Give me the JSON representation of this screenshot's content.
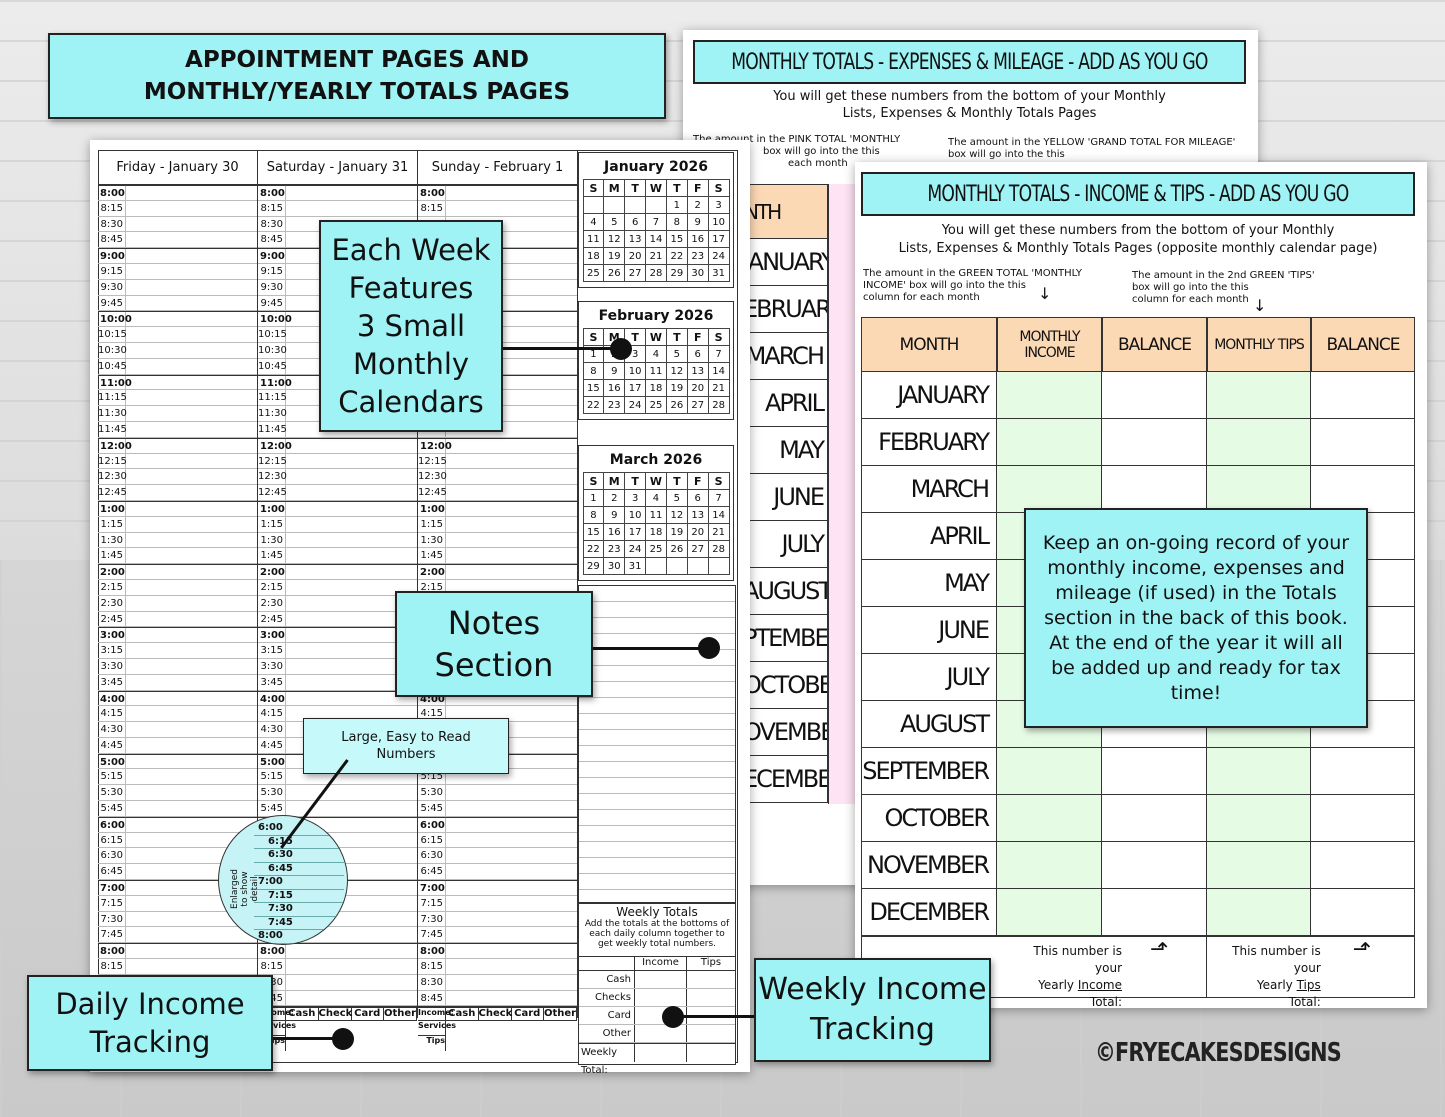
{
  "header": {
    "line1": "APPOINTMENT PAGES AND",
    "line2": "MONTHLY/YEARLY TOTALS PAGES"
  },
  "callouts": {
    "week": [
      "Each Week",
      "Features",
      "3 Small",
      "Monthly",
      "Calendars"
    ],
    "notes": [
      "Notes",
      "Section"
    ],
    "large": [
      "Large,  Easy to Read",
      "Numbers"
    ],
    "daily": [
      "Daily Income",
      "Tracking"
    ],
    "weekly": [
      "Weekly Income",
      "Tracking"
    ],
    "record": "Keep an on-going record of your monthly income, expenses and mileage (if used) in the Totals section in the back of this book. At the end of the year it will all be added up and ready for tax time!",
    "enlarged": [
      "Enlarged",
      "to show detail"
    ]
  },
  "days": [
    "Friday - January 30",
    "Saturday - January 31",
    "Sunday - February 1"
  ],
  "times": [
    "8:00",
    "8:15",
    "8:30",
    "8:45",
    "9:00",
    "9:15",
    "9:30",
    "9:45",
    "10:00",
    "10:15",
    "10:30",
    "10:45",
    "11:00",
    "11:15",
    "11:30",
    "11:45",
    "12:00",
    "12:15",
    "12:30",
    "12:45",
    "1:00",
    "1:15",
    "1:30",
    "1:45",
    "2:00",
    "2:15",
    "2:30",
    "2:45",
    "3:00",
    "3:15",
    "3:30",
    "3:45",
    "4:00",
    "4:15",
    "4:30",
    "4:45",
    "5:00",
    "5:15",
    "5:30",
    "5:45",
    "6:00",
    "6:15",
    "6:30",
    "6:45",
    "7:00",
    "7:15",
    "7:30",
    "7:45",
    "8:00",
    "8:15",
    "8:30",
    "8:45"
  ],
  "zoom_times": [
    "6:00",
    "6:15",
    "6:30",
    "6:45",
    "7:00",
    "7:15",
    "7:30",
    "7:45",
    "8:00"
  ],
  "income_row": {
    "label": "Income:",
    "cols": [
      "Cash",
      "Check",
      "Card",
      "Other"
    ],
    "services": "Services",
    "tips": "Tips"
  },
  "calendars": [
    {
      "title": "January 2026",
      "lead": 4,
      "days": 31
    },
    {
      "title": "February 2026",
      "lead": 0,
      "days": 28
    },
    {
      "title": "March 2026",
      "lead": 0,
      "days": 31
    }
  ],
  "weekday_letters": [
    "S",
    "M",
    "T",
    "W",
    "T",
    "F",
    "S"
  ],
  "weekly_totals": {
    "title": "Weekly Totals",
    "desc": "Add the totals at the bottoms of each daily column together to get weekly total numbers.",
    "cols": [
      "Income",
      "Tips"
    ],
    "rows": [
      "Cash",
      "Checks",
      "Card",
      "Other"
    ],
    "total": "Weekly Total:"
  },
  "expenses_page": {
    "title": "MONTHLY TOTALS - EXPENSES & MILEAGE - ADD AS YOU GO",
    "sub1": "You will get these numbers from the bottom of your Monthly",
    "sub2": "Lists, Expenses & Monthly Totals Pages",
    "note_pink": "The amount in the PINK TOTAL 'MONTHLY",
    "note_pink2": "box will go into the this",
    "note_pink3": "each month",
    "note_yellow": "The amount in the YELLOW 'GRAND TOTAL FOR MILEAGE'",
    "note_yellow2": "box will go into the this",
    "head": "NTH",
    "months": [
      "JANUARY",
      "EBRUARY",
      "MARCH",
      "APRIL",
      "MAY",
      "JUNE",
      "JULY",
      "AUGUST",
      "PTEMBER",
      "OCTOBER",
      "OVEMBER",
      "ECEMBER"
    ]
  },
  "income_page": {
    "title": "MONTHLY TOTALS - INCOME & TIPS - ADD AS YOU GO",
    "sub1": "You will get these numbers from the bottom of your Monthly",
    "sub2": "Lists, Expenses & Monthly Totals Pages (opposite monthly calendar page)",
    "note1": [
      "The amount in the GREEN TOTAL 'MONTHLY",
      "INCOME' box will go into the this",
      "column for each month"
    ],
    "note2": [
      "The amount in the 2nd GREEN 'TIPS'",
      "box will go into the this",
      "column for each month"
    ],
    "headers": [
      "MONTH",
      "MONTHLY INCOME",
      "BALANCE",
      "MONTHLY TIPS",
      "BALANCE"
    ],
    "months": [
      "JANUARY",
      "FEBRUARY",
      "MARCH",
      "APRIL",
      "MAY",
      "JUNE",
      "JULY",
      "AUGUST",
      "SEPTEMBER",
      "OCTOBER",
      "NOVEMBER",
      "DECEMBER"
    ],
    "foot1": [
      "This number is your",
      "Yearly",
      "Income",
      "Total:"
    ],
    "foot2": [
      "This number is your",
      "Yearly",
      "Tips",
      "Total:"
    ]
  },
  "brand": "©FRYECAKESDESIGNS",
  "colors": {
    "callout": "#9ff3f5",
    "header_orange": "#fcd9b5",
    "green": "#e6fbe4"
  }
}
